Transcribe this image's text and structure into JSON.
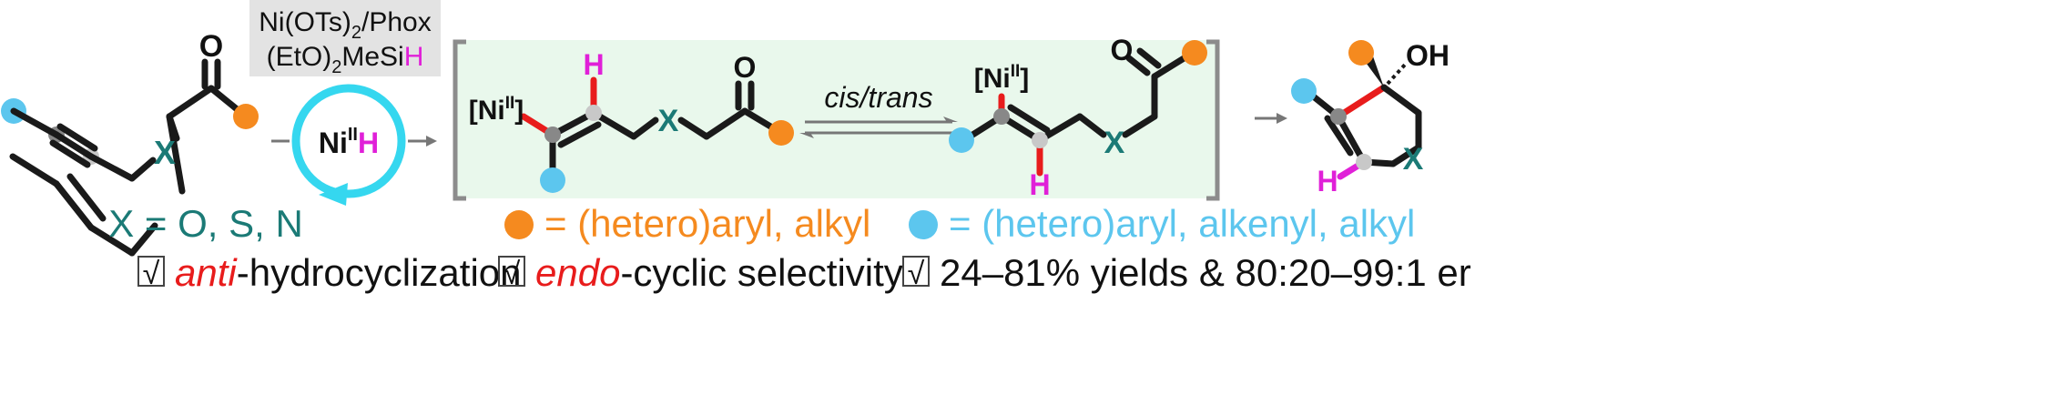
{
  "reagents": {
    "line1": "Ni(OTs)",
    "line1_sub": "2",
    "line1_tail": "/Phox",
    "line2": "(EtO)",
    "line2_sub": "2",
    "line2_tail": "MeSi",
    "line2_h": "H"
  },
  "catalyst": {
    "ni": "Ni",
    "sup": "II",
    "h": "H"
  },
  "intermediate_left": {
    "ni_label": "[Ni",
    "ni_sup": "II",
    "ni_close": "]",
    "h_label": "H",
    "x_label": "X",
    "o_label": "O"
  },
  "equilibrium_label": "cis/trans",
  "intermediate_right": {
    "ni_label": "[Ni",
    "ni_sup": "II",
    "ni_close": "]",
    "h_label": "H",
    "x_label": "X",
    "o_label": "O"
  },
  "substrate": {
    "o_label": "O",
    "x_label": "X"
  },
  "product": {
    "oh_label": "OH",
    "h_label": "H",
    "x_label": "X"
  },
  "legend": {
    "x_def": "X = O, S, N",
    "orange_def": "= (hetero)aryl, alkyl",
    "blue_def": "= (hetero)aryl, alkenyl, alkyl"
  },
  "features": {
    "check": "√",
    "f1_red": "anti",
    "f1_rest": "-hydrocyclization",
    "f2_red": "endo",
    "f2_rest": "-cyclic selectivity",
    "f3": "24–81% yields & 80:20–99:1 er"
  },
  "colors": {
    "teal": "#1b7a76",
    "magenta": "#e020d8",
    "red": "#e81c1c",
    "orange": "#f58a1f",
    "lightblue": "#5cc6ee",
    "cyan": "#35d7ef",
    "panel": "#e9f8ec",
    "bracket": "#8c8c8c"
  }
}
